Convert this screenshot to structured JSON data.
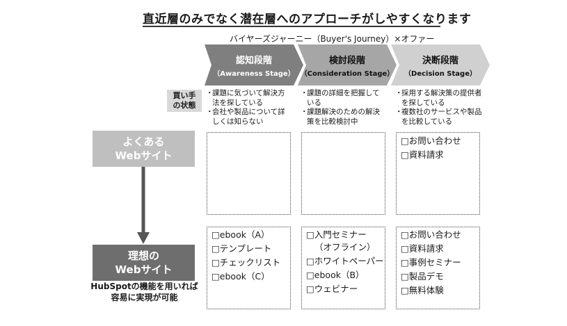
{
  "title": "直近層のみでなく潜在層へのアプローチがしやすくなります",
  "subtitle": "バイヤーズジャーニー（Buyer's Journey）×オファー",
  "stages": [
    {
      "name": "認知段階",
      "en": "（Awareness Stage）",
      "color": "#7f7f7f"
    },
    {
      "name": "検討段階",
      "en": "（Consideration Stage）",
      "color": "#a6a6a6"
    },
    {
      "name": "決断段階",
      "en": "（Decision Stage）",
      "color": "#d0d0d0"
    }
  ],
  "buyer_state_label": "買い手の状態",
  "buyer_state": [
    [
      "課題に気づいて解決方法を探している",
      "会社や製品について詳しくは知らない"
    ],
    [
      "課題の詳細を把握している",
      "課題解決のための解決策を比較検討中"
    ],
    [
      "採用する解決策の提供者を探している",
      "複数社のサービスや製品を比較している"
    ]
  ],
  "rows": {
    "common": {
      "line1": "よくある",
      "line2": "Webサイト",
      "color": "#bfbfbf"
    },
    "ideal": {
      "line1": "理想の",
      "line2": "Webサイト",
      "color": "#6e6e6e"
    }
  },
  "common_offers": [
    [],
    [],
    [
      "□お問い合わせ",
      "□資料請求"
    ]
  ],
  "ideal_offers": [
    [
      "□ebook（A）",
      "□テンプレート",
      "□チェックリスト",
      "□ebook（C）"
    ],
    [
      "□入門セミナー",
      "（オフライン）",
      "□ホワイトペーパー",
      "□ebook（B）",
      "□ウェビナー"
    ],
    [
      "□お問い合わせ",
      "□資料請求",
      "□事例セミナー",
      "□製品デモ",
      "□無料体験"
    ]
  ],
  "hubspot_note": [
    "HubSpotの機能を用いれば",
    "容易に実現が可能"
  ],
  "arrow_color": "#555555"
}
